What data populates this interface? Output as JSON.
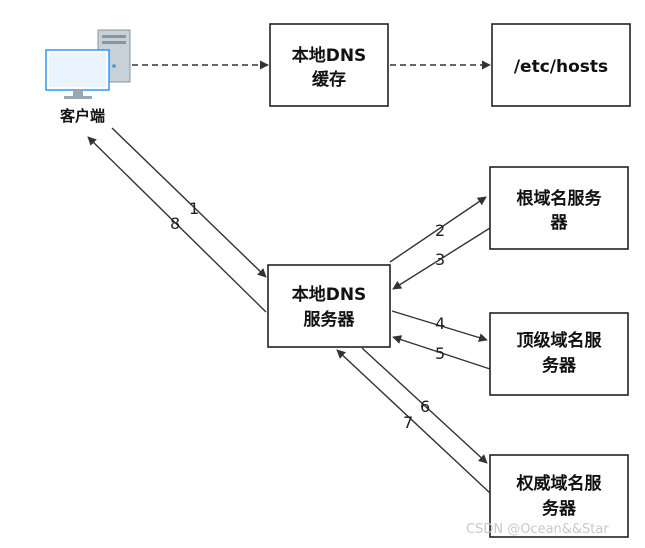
{
  "client": {
    "label": "客户端",
    "icon": "desktop-computer-icon"
  },
  "boxes": {
    "cache": [
      "本地DNS",
      "缓存"
    ],
    "hosts": [
      "/etc/hosts"
    ],
    "local_server": [
      "本地DNS",
      "服务器"
    ],
    "root": [
      "根域名服务",
      "器"
    ],
    "tld": [
      "顶级域名服",
      "务器"
    ],
    "authoritative": [
      "权威域名服",
      "务器"
    ]
  },
  "steps": [
    "1",
    "2",
    "3",
    "4",
    "5",
    "6",
    "7",
    "8"
  ],
  "watermark": "CSDN @Ocean&&Star",
  "colors": {
    "line": "#333333",
    "box_border": "#222222",
    "monitor_screen": "#1e90ff",
    "tower": "#b7c0c9"
  }
}
